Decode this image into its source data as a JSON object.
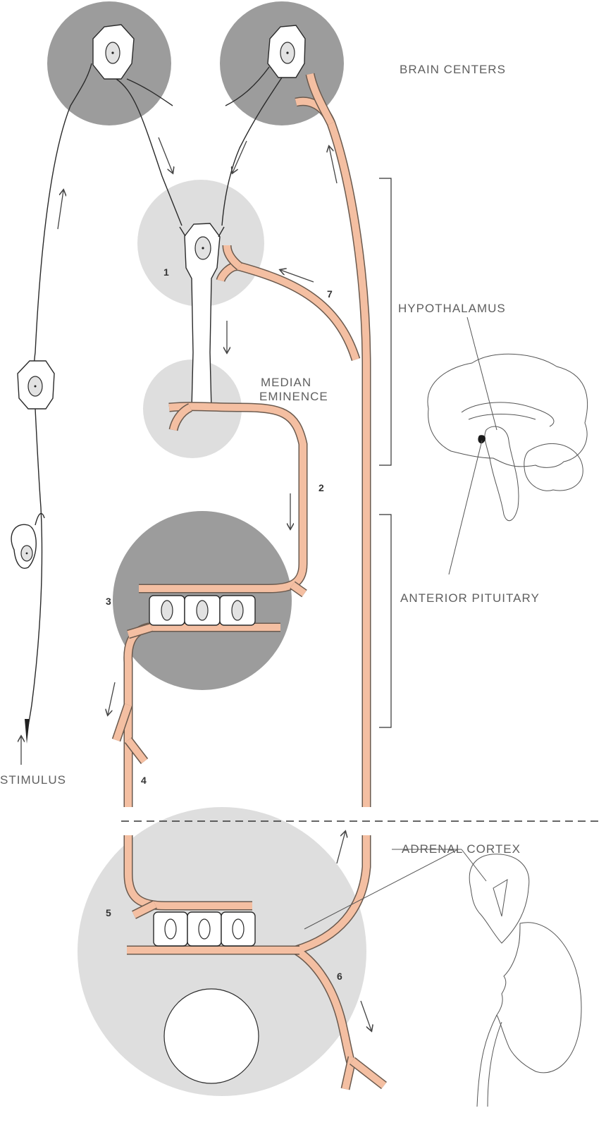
{
  "labels": {
    "brain_centers": "BRAIN CENTERS",
    "hypothalamus": "HYPOTHALAMUS",
    "median_eminence_line1": "MEDIAN",
    "median_eminence_line2": "EMINENCE",
    "anterior_pituitary": "ANTERIOR PITUITARY",
    "stimulus": "STIMULUS",
    "adrenal_cortex": "ADRENAL CORTEX"
  },
  "numbers": {
    "n1": "1",
    "n2": "2",
    "n3": "3",
    "n4": "4",
    "n5": "5",
    "n6": "6",
    "n7": "7"
  },
  "colors": {
    "dark_circle": "#9c9c9c",
    "light_circle": "#dedede",
    "vessel": "#f4bfa2",
    "vessel_outline": "#6b5a4e"
  }
}
